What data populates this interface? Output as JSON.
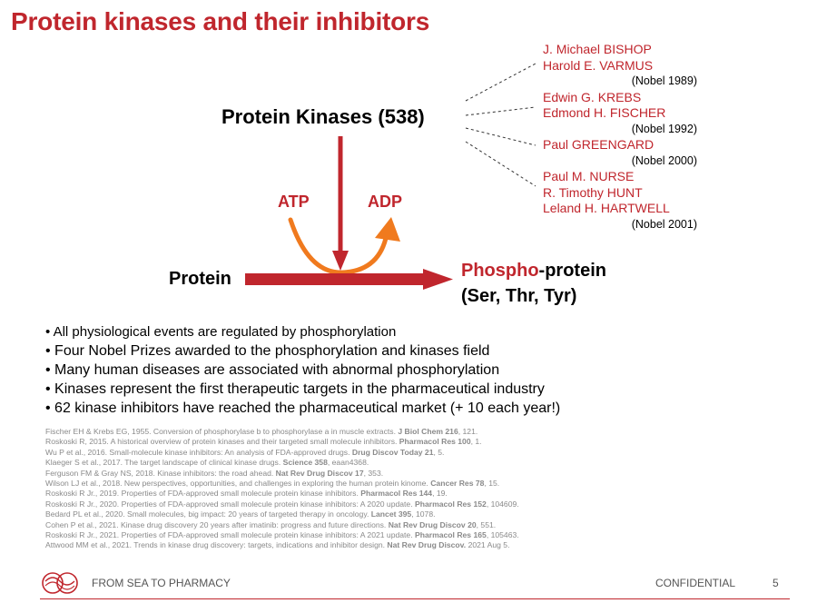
{
  "title": "Protein kinases and their inhibitors",
  "diagram": {
    "kinases": "Protein Kinases (538)",
    "atp": "ATP",
    "adp": "ADP",
    "protein": "Protein",
    "phospho_red": "Phospho",
    "phospho_rest": "-protein",
    "residues": "(Ser, Thr, Tyr)",
    "colors": {
      "red": "#c0262d",
      "orange": "#f07a1e"
    }
  },
  "nobel": [
    {
      "names": [
        "J. Michael BISHOP",
        "Harold E. VARMUS"
      ],
      "year": "(Nobel 1989)"
    },
    {
      "names": [
        "Edwin G. KREBS",
        "Edmond H. FISCHER"
      ],
      "year": "(Nobel 1992)"
    },
    {
      "names": [
        "Paul GREENGARD"
      ],
      "year": "(Nobel 2000)"
    },
    {
      "names": [
        "Paul M. NURSE",
        "R. Timothy HUNT",
        "Leland H. HARTWELL"
      ],
      "year": "(Nobel 2001)"
    }
  ],
  "bullets": [
    "• All physiological events are regulated by phosphorylation",
    "• Four Nobel Prizes awarded to the phosphorylation and kinases field",
    "• Many human diseases are associated with abnormal phosphorylation",
    "• Kinases represent the first therapeutic targets in the pharmaceutical industry",
    "• 62 kinase inhibitors have reached the pharmaceutical market (+ 10 each year!)"
  ],
  "references": [
    {
      "pre": "Fischer EH & Krebs EG, 1955. Conversion of phosphorylase b to phosphorylase a in muscle extracts. ",
      "bold": "J Biol Chem 216",
      "post": ", 121."
    },
    {
      "pre": "Roskoski R, 2015. A historical overview of protein kinases and their targeted small molecule inhibitors. ",
      "bold": "Pharmacol Res 100",
      "post": ", 1."
    },
    {
      "pre": "Wu P et al., 2016. Small-molecule kinase inhibitors: An analysis of FDA-approved drugs. ",
      "bold": "Drug Discov Today 21",
      "post": ", 5."
    },
    {
      "pre": "Klaeger S et al., 2017. The target landscape of clinical kinase drugs. ",
      "bold": "Science 358",
      "post": ", eaan4368."
    },
    {
      "pre": "Ferguson FM & Gray NS, 2018. Kinase inhibitors: the road ahead. ",
      "bold": "Nat Rev Drug Discov 17",
      "post": ", 353."
    },
    {
      "pre": "Wilson LJ et al., 2018. New perspectives, opportunities, and challenges in exploring the human protein kinome. ",
      "bold": "Cancer Res 78",
      "post": ", 15."
    },
    {
      "pre": "Roskoski R Jr., 2019. Properties of FDA-approved small molecule protein kinase inhibitors. ",
      "bold": "Pharmacol Res 144",
      "post": ", 19."
    },
    {
      "pre": "Roskoski R Jr., 2020. Properties of FDA-approved small molecule protein kinase inhibitors: A 2020 update. ",
      "bold": "Pharmacol Res 152",
      "post": ", 104609."
    },
    {
      "pre": "Bedard PL et al., 2020. Small molecules, big impact: 20 years of targeted therapy in oncology. ",
      "bold": "Lancet 395",
      "post": ", 1078."
    },
    {
      "pre": "Cohen P et al., 2021. Kinase drug discovery 20 years after imatinib: progress and future directions. ",
      "bold": "Nat Rev Drug Discov 20",
      "post": ", 551."
    },
    {
      "pre": "Roskoski R Jr., 2021. Properties of FDA-approved small molecule protein kinase inhibitors: A 2021 update. ",
      "bold": "Pharmacol Res 165",
      "post": ", 105463."
    },
    {
      "pre": "Attwood MM et al., 2021. Trends in kinase drug discovery: targets, indications and inhibitor design. ",
      "bold": "Nat Rev Drug Discov.",
      "post": " 2021 Aug 5."
    }
  ],
  "footer": {
    "brand": "FROM SEA TO PHARMACY",
    "confidential": "CONFIDENTIAL",
    "page": "5"
  }
}
